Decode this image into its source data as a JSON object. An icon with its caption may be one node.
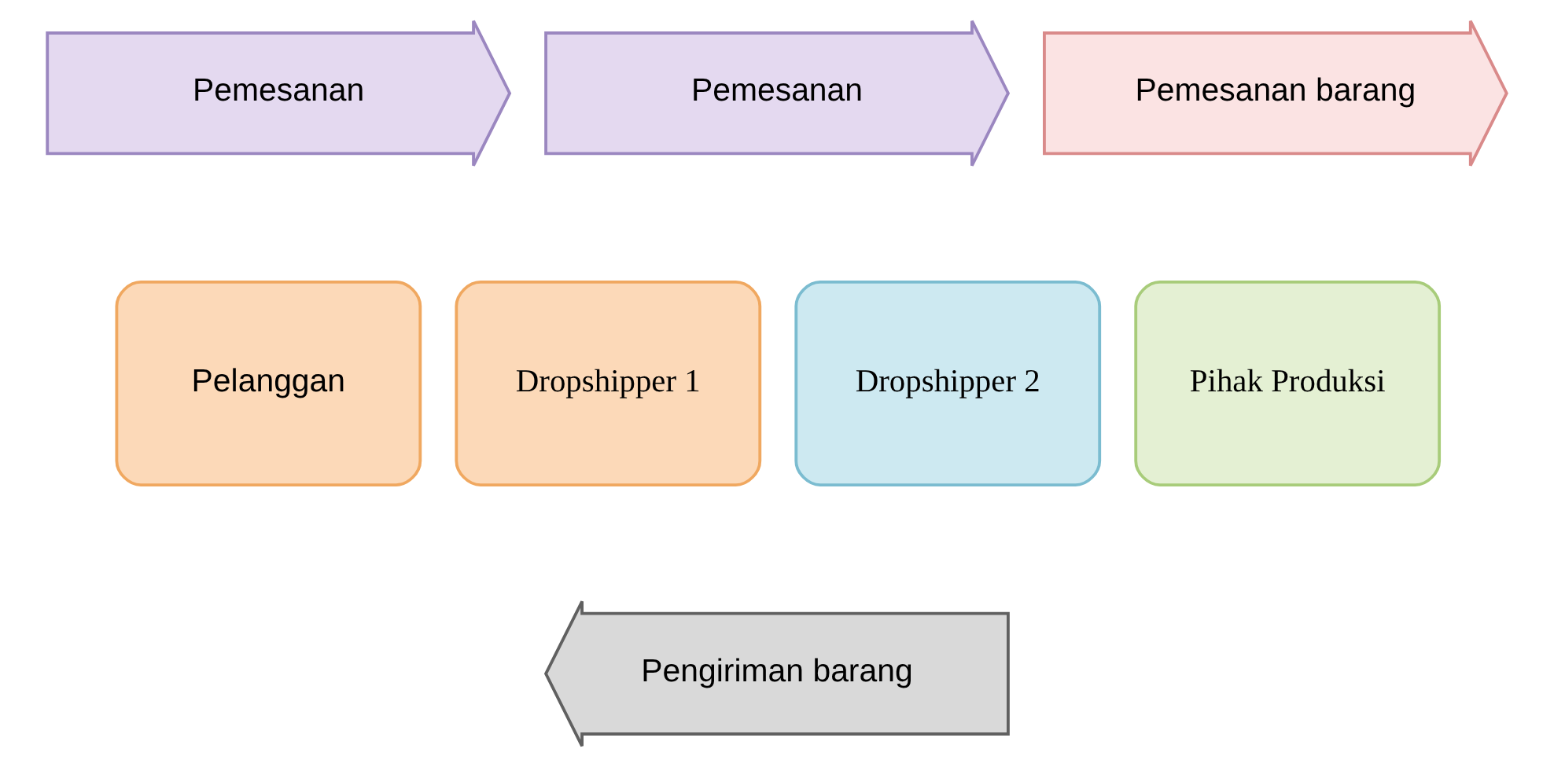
{
  "diagram": {
    "nodes": [
      {
        "text": [
          "Pemesanan"
        ]
      },
      {
        "text": [
          "Pemesanan"
        ]
      },
      {
        "text": [
          "Pemesanan barang"
        ]
      },
      {
        "text": [
          "Pelanggan"
        ]
      },
      {
        "text": [
          "Dropshipper 1"
        ]
      },
      {
        "text": [
          "Dropshipper 2"
        ]
      },
      {
        "text": [
          "Pihak Produksi"
        ]
      },
      {
        "text": [
          "Pengiriman barang"
        ]
      }
    ]
  }
}
